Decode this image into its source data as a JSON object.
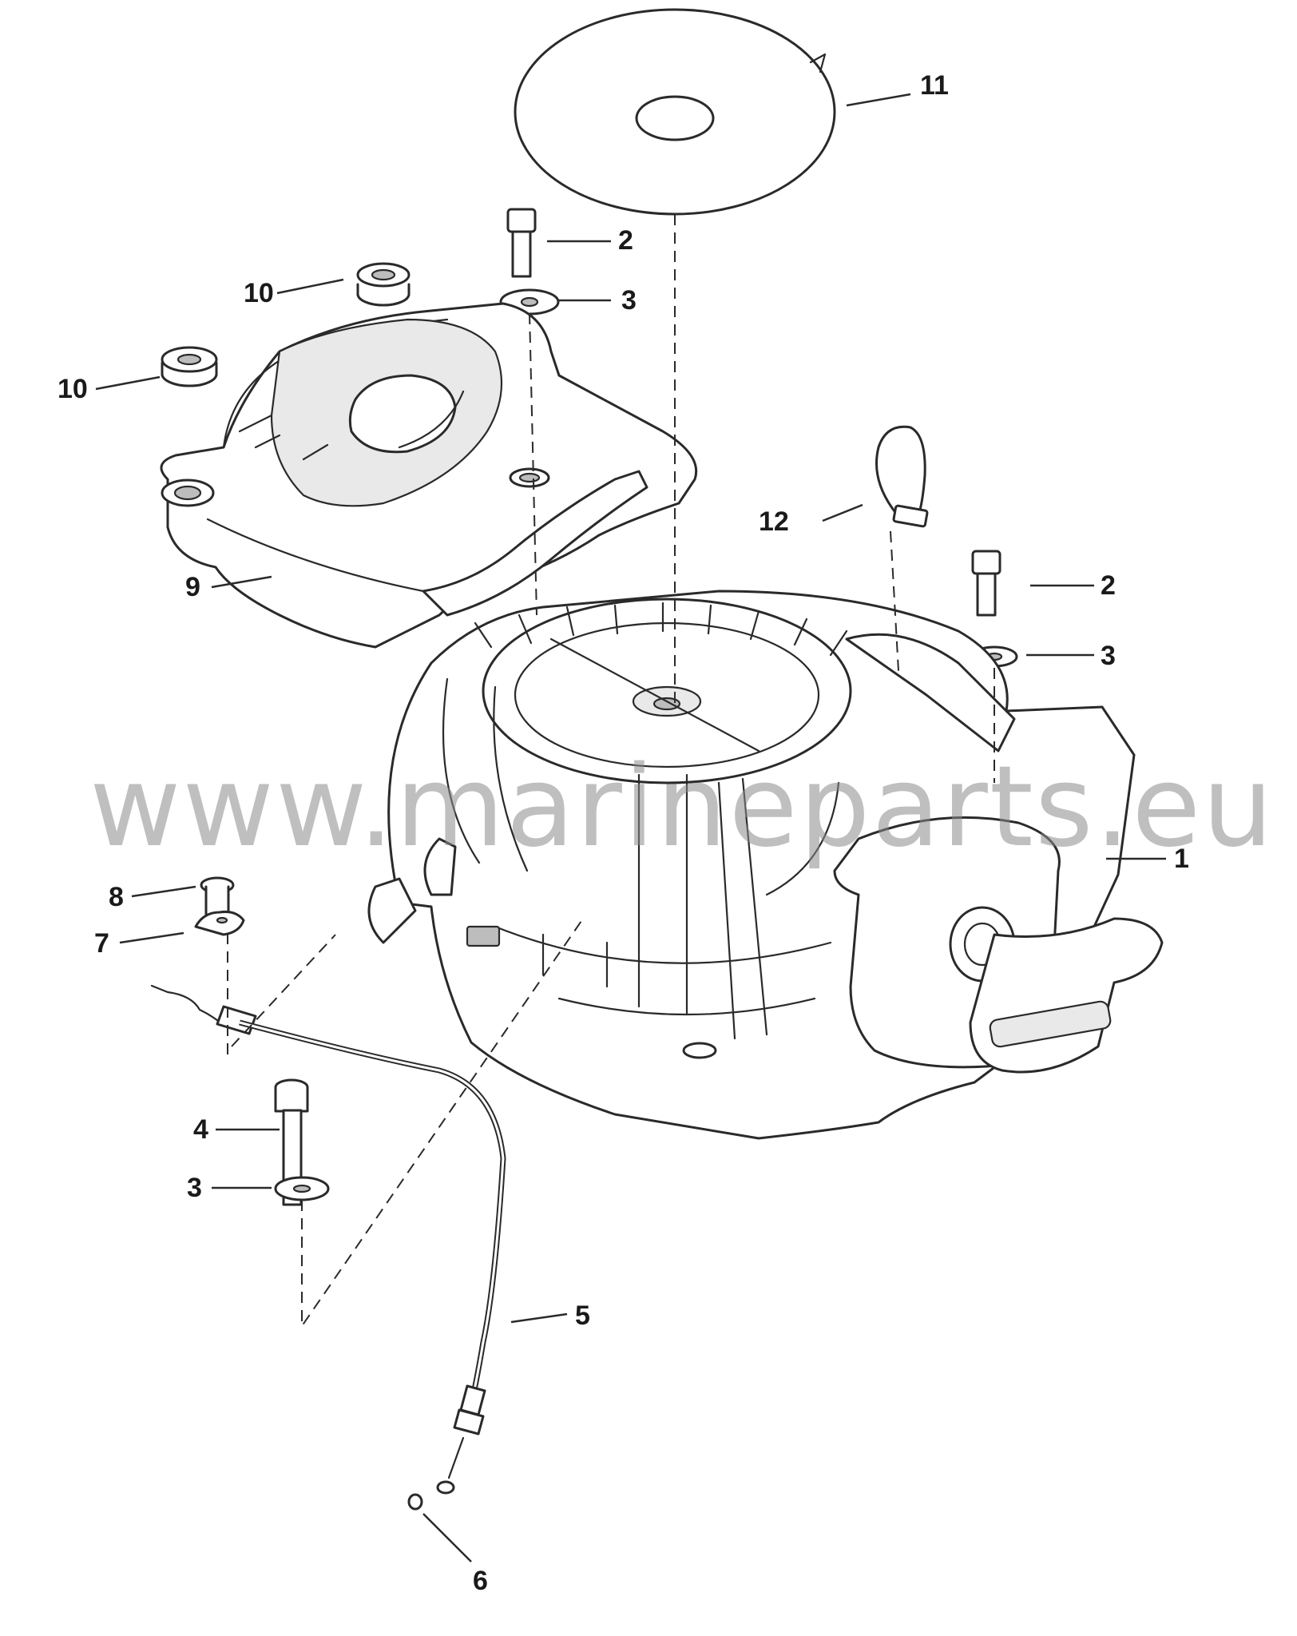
{
  "diagram": {
    "watermark": "www.marineparts.eu",
    "callouts": [
      {
        "id": "c1",
        "label": "1"
      },
      {
        "id": "c2a",
        "label": "2"
      },
      {
        "id": "c2b",
        "label": "2"
      },
      {
        "id": "c3a",
        "label": "3"
      },
      {
        "id": "c3b",
        "label": "3"
      },
      {
        "id": "c3c",
        "label": "3"
      },
      {
        "id": "c4",
        "label": "4"
      },
      {
        "id": "c5",
        "label": "5"
      },
      {
        "id": "c6",
        "label": "6"
      },
      {
        "id": "c7",
        "label": "7"
      },
      {
        "id": "c8",
        "label": "8"
      },
      {
        "id": "c9",
        "label": "9"
      },
      {
        "id": "c10a",
        "label": "10"
      },
      {
        "id": "c10b",
        "label": "10"
      },
      {
        "id": "c11",
        "label": "11"
      },
      {
        "id": "c12",
        "label": "12"
      }
    ]
  }
}
